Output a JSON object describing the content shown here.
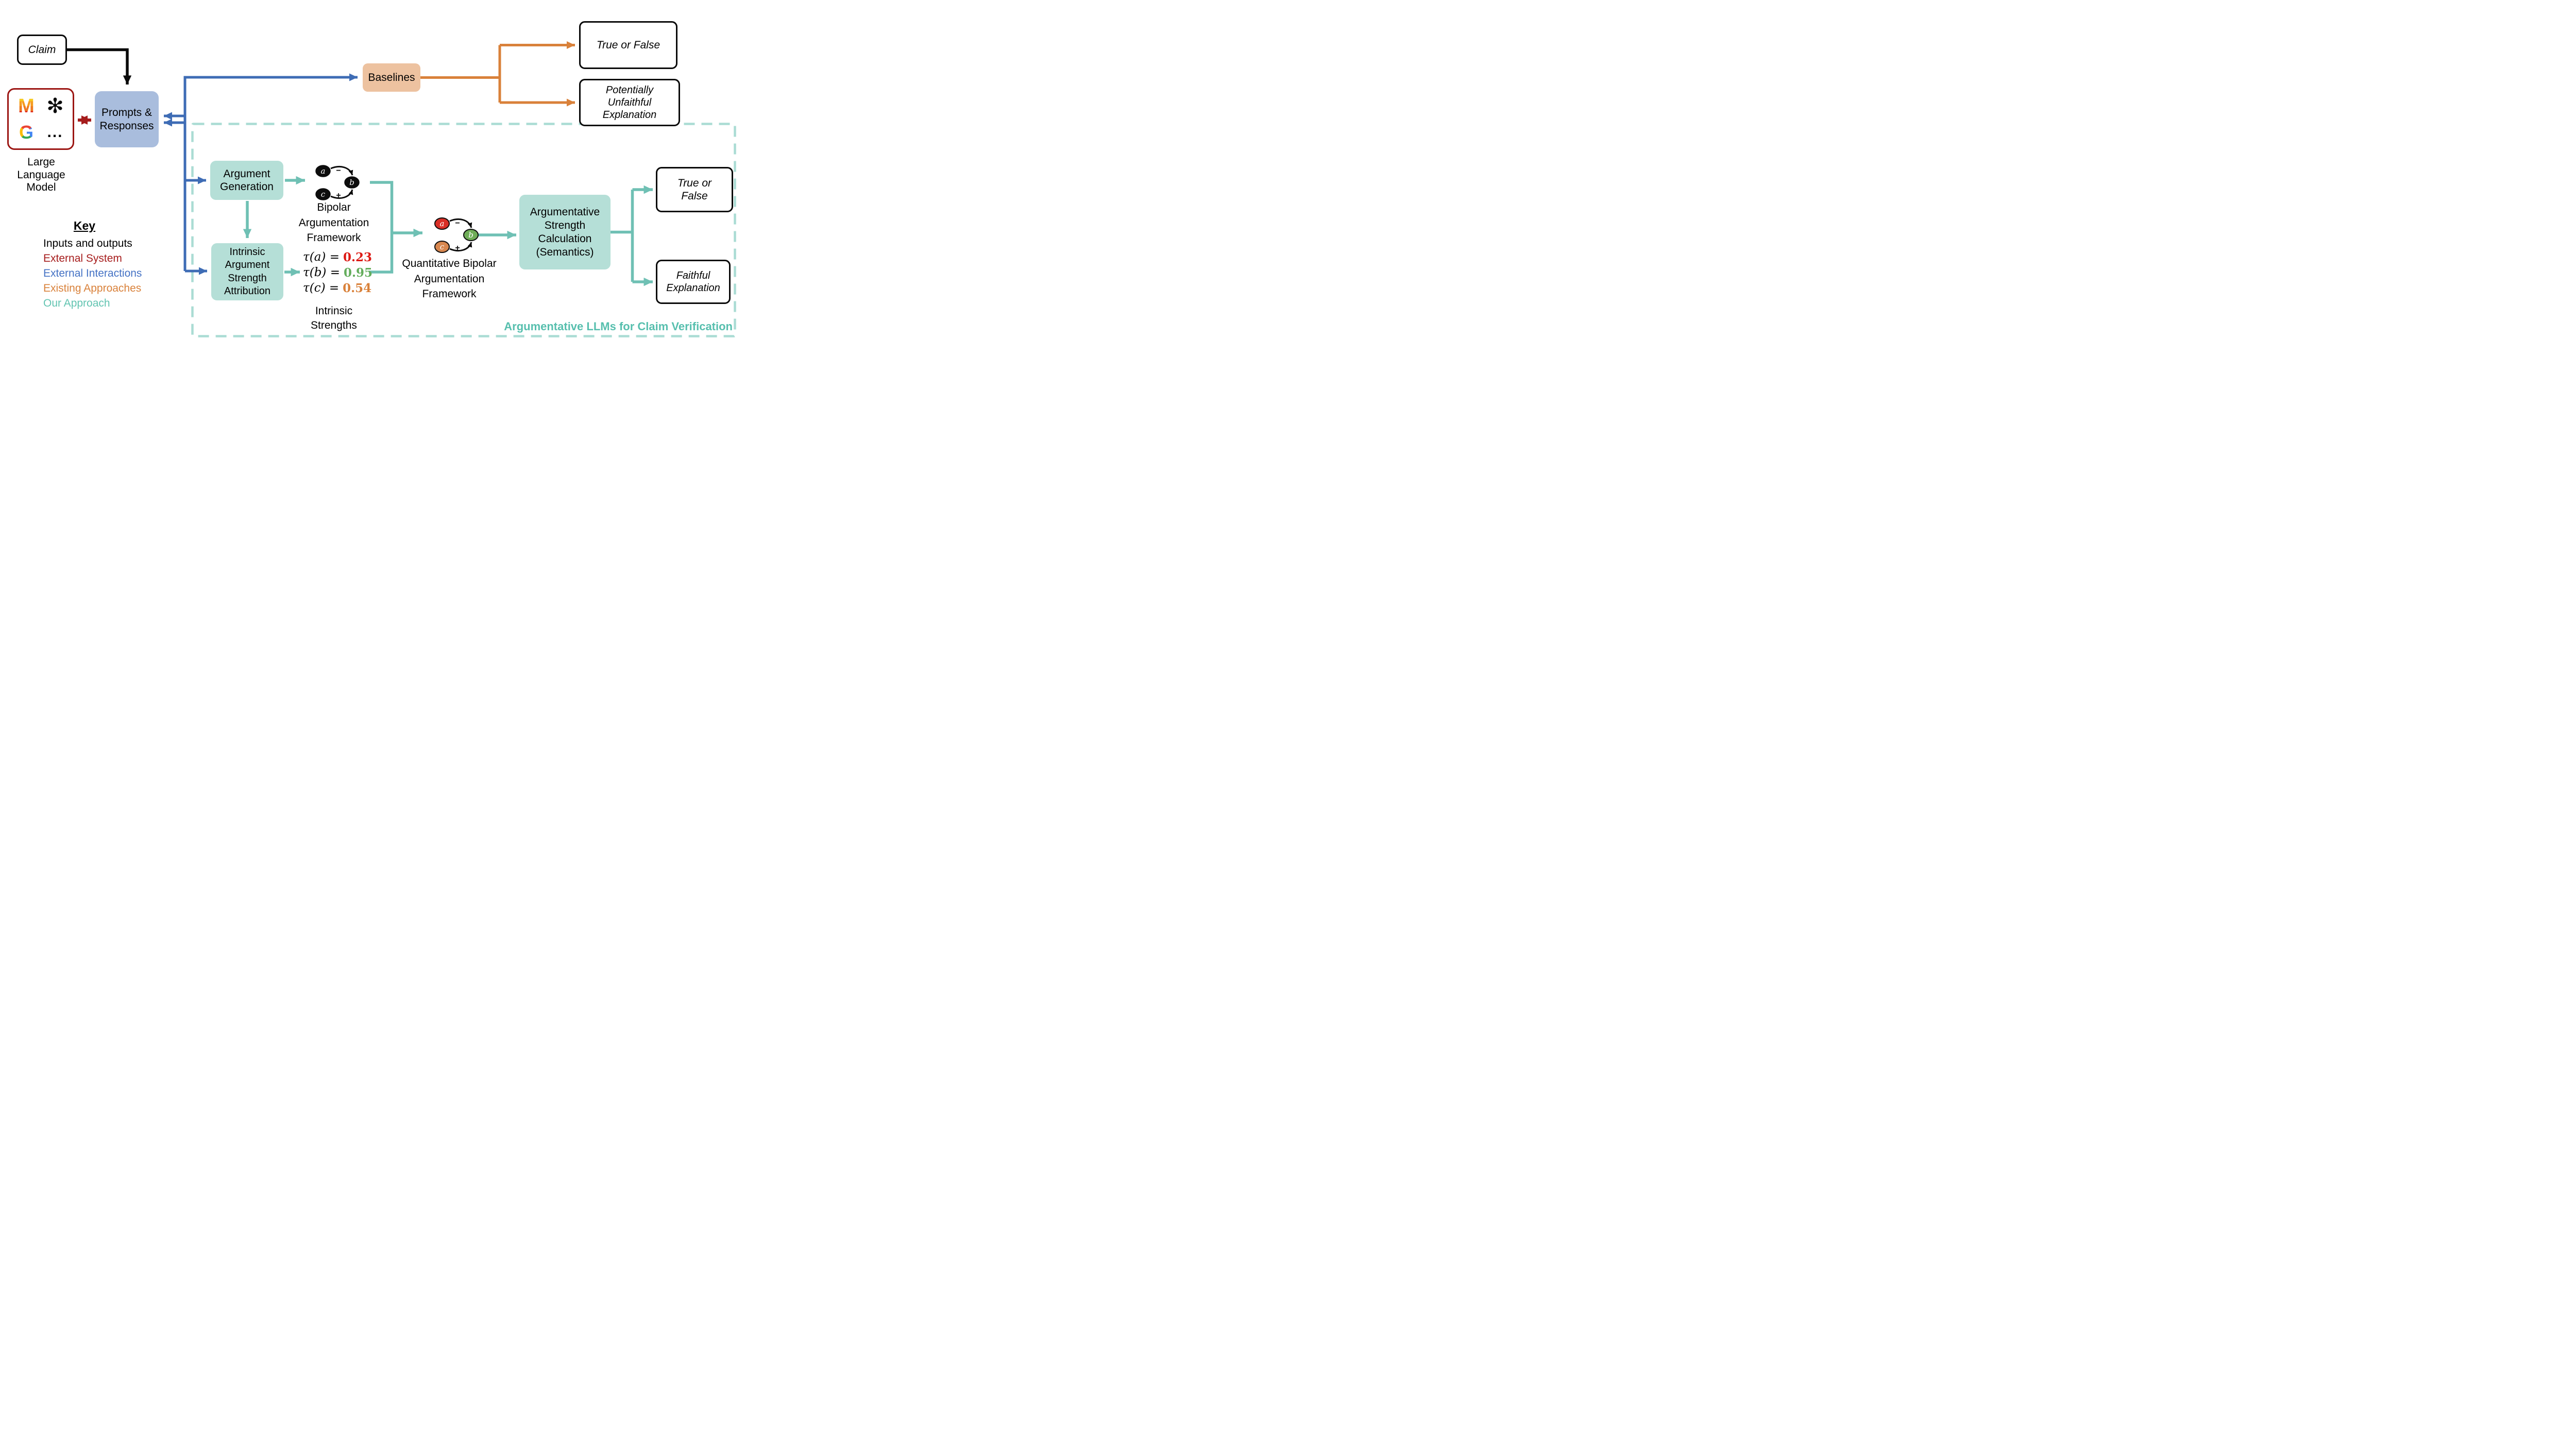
{
  "container_label": "Argumentative LLMs for Claim Verification",
  "nodes": {
    "claim": "Claim",
    "llm_caption": "Large Language Model",
    "llm_logos": {
      "mistral": "M",
      "openai": "✻",
      "google": "G",
      "more": "..."
    },
    "prompts": "Prompts & Responses",
    "baselines": "Baselines",
    "baseline_true_false": "True or False",
    "baseline_unfaithful": "Potentially Unfaithful Explanation",
    "argument_generation": "Argument Generation",
    "intrinsic_attribution": "Intrinsic Argument Strength Attribution",
    "strength_calculation": "Argumentative Strength Calculation (Semantics)",
    "our_true_false": "True or False",
    "our_faithful": "Faithful Explanation"
  },
  "captions": {
    "baf": "Bipolar Argumentation Framework",
    "qbaf": "Quantitative Bipolar Argumentation Framework",
    "intrinsic_strengths": "Intrinsic Strengths"
  },
  "tau": {
    "a": {
      "lhs": "τ(a) =",
      "value": "0.23",
      "color": "#dd1a15"
    },
    "b": {
      "lhs": "τ(b) =",
      "value": "0.95",
      "color": "#64ad5c"
    },
    "c": {
      "lhs": "τ(c) =",
      "value": "0.54",
      "color": "#d9813a"
    }
  },
  "graphs": {
    "baf": {
      "a": "a",
      "b": "b",
      "c": "c",
      "minus": "−",
      "plus": "+"
    },
    "qbaf": {
      "a": "a",
      "b": "b",
      "c": "c",
      "minus": "−",
      "plus": "+",
      "node_colors": {
        "a": "#d92f26",
        "b": "#6fad58",
        "c": "#d8874f"
      }
    }
  },
  "key": {
    "title": "Key",
    "items": [
      {
        "label": "Inputs and outputs",
        "color": "#000000"
      },
      {
        "label": "External System",
        "color": "#a61c1c"
      },
      {
        "label": "External Interactions",
        "color": "#4472c4"
      },
      {
        "label": "Existing Approaches",
        "color": "#d9813a"
      },
      {
        "label": "Our Approach",
        "color": "#62c4b1"
      }
    ]
  },
  "colors": {
    "external_interactions_arrow": "#3e6cb5",
    "existing_approaches_arrow": "#d9813a",
    "our_approach_arrow": "#6fc0b4",
    "external_system_accent": "#9c1613",
    "prompts_fill": "#a9bddd",
    "baselines_fill": "#edc2a0",
    "our_approach_fill": "#b5dfd7",
    "dashed_border": "#aadcd4",
    "container_label_color": "#57bfae"
  }
}
